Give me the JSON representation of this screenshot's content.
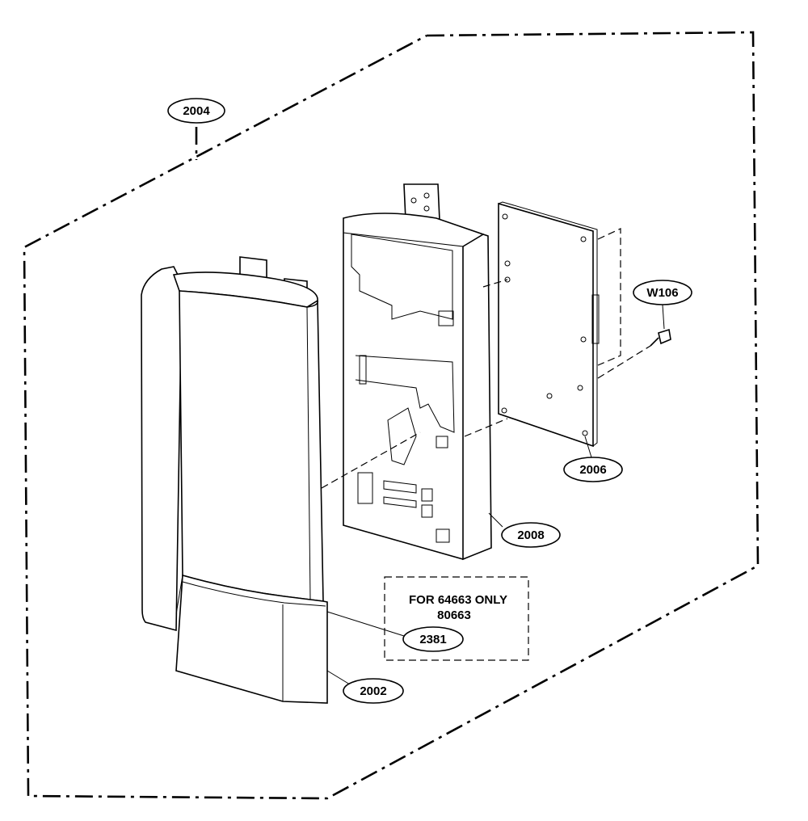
{
  "callouts": {
    "assembly": "2004",
    "screw": "W106",
    "pcb": "2006",
    "bracket": "2008",
    "trim_strip": "2381",
    "cover": "2002"
  },
  "note": {
    "line1": "FOR 64663 ONLY",
    "line2": "80663"
  }
}
